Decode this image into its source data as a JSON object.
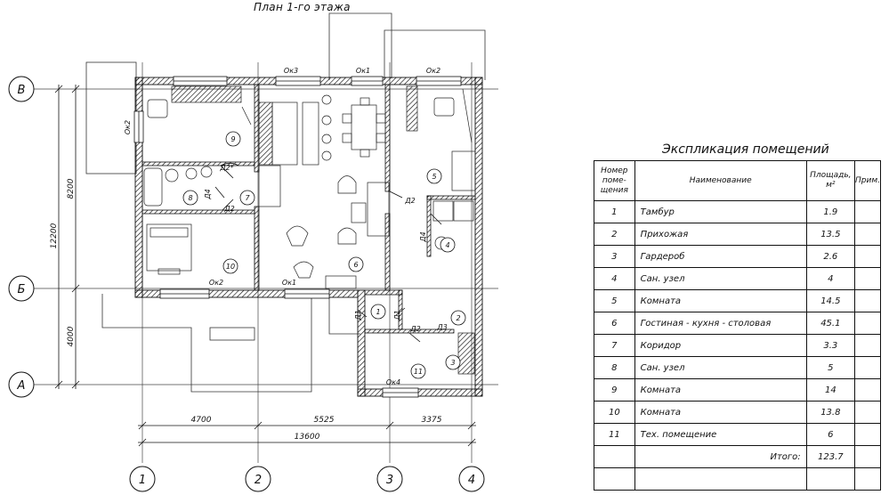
{
  "plan": {
    "title": "План 1-го этажа",
    "axes_rows": [
      "В",
      "Б",
      "А"
    ],
    "axes_cols": [
      "1",
      "2",
      "3",
      "4"
    ],
    "dims_bottom": [
      "4700",
      "5525",
      "3375"
    ],
    "dim_total_bottom": "13600",
    "dims_left": [
      "8200",
      "4000"
    ],
    "dim_total_left": "12200",
    "windows": [
      "Ок3",
      "Ок1",
      "Ок2",
      "Ок2",
      "Ок2",
      "Ок1",
      "Ок4"
    ],
    "doors": [
      "Д2*",
      "Д4",
      "Д2",
      "Д2",
      "Д4",
      "Д1",
      "Д1",
      "Д2",
      "Д3"
    ],
    "room_numbers": [
      "9",
      "8",
      "7",
      "10",
      "6",
      "5",
      "4",
      "1",
      "2",
      "3",
      "11"
    ]
  },
  "explication": {
    "title": "Экспликация помещений",
    "headers": {
      "num": [
        "Номер",
        "поме-",
        "щения"
      ],
      "name": "Наименование",
      "area": [
        "Площадь,",
        "м²"
      ],
      "note": "Прим."
    },
    "rows": [
      {
        "num": "1",
        "name": "Тамбур",
        "area": "1.9"
      },
      {
        "num": "2",
        "name": "Прихожая",
        "area": "13.5"
      },
      {
        "num": "3",
        "name": "Гардероб",
        "area": "2.6"
      },
      {
        "num": "4",
        "name": "Сан. узел",
        "area": "4"
      },
      {
        "num": "5",
        "name": "Комната",
        "area": "14.5"
      },
      {
        "num": "6",
        "name": "Гостиная - кухня - столовая",
        "area": "45.1"
      },
      {
        "num": "7",
        "name": "Коридор",
        "area": "3.3"
      },
      {
        "num": "8",
        "name": "Сан. узел",
        "area": "5"
      },
      {
        "num": "9",
        "name": "Комната",
        "area": "14"
      },
      {
        "num": "10",
        "name": "Комната",
        "area": "13.8"
      },
      {
        "num": "11",
        "name": "Тех. помещение",
        "area": "6"
      }
    ],
    "total_label": "Итого:",
    "total_value": "123.7"
  }
}
